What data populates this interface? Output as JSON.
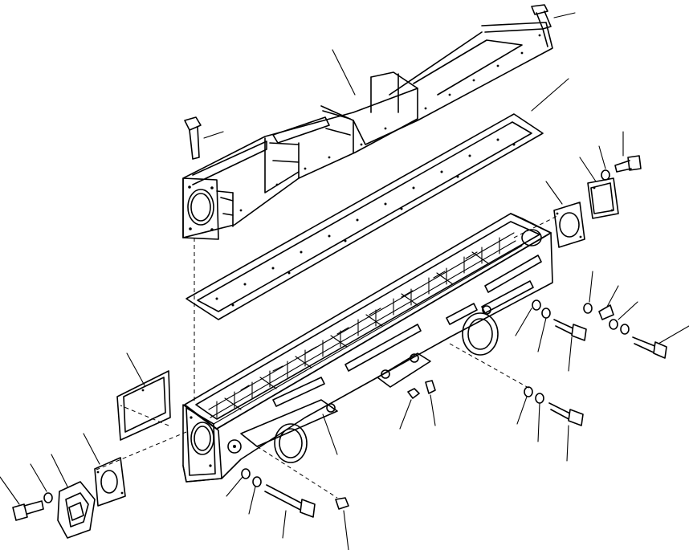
{
  "diagram": {
    "kind": "exploded-parts-view",
    "text_labels": [],
    "colors": {
      "ink": "#000000",
      "paper": "#ffffff"
    },
    "parts": [
      "top-mounting-bolt",
      "upper-duct-cover",
      "cover-bolt",
      "upper-gasket",
      "manifold-housing",
      "right-end-gasket",
      "right-end-cover",
      "right-washer",
      "right-bolt",
      "left-end-gasket",
      "left-flange-gasket",
      "left-end-cover",
      "left-washer",
      "left-bolt",
      "side-washer-set",
      "side-bolt",
      "bottom-nut",
      "bottom-bolt"
    ]
  }
}
